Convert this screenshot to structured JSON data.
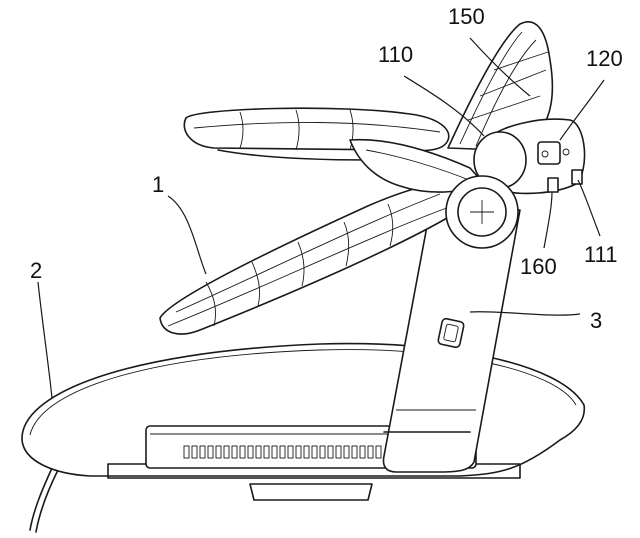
{
  "labels": {
    "l1": "1",
    "l2": "2",
    "l3": "3",
    "l110": "110",
    "l111": "111",
    "l120": "120",
    "l150": "150",
    "l160": "160"
  }
}
